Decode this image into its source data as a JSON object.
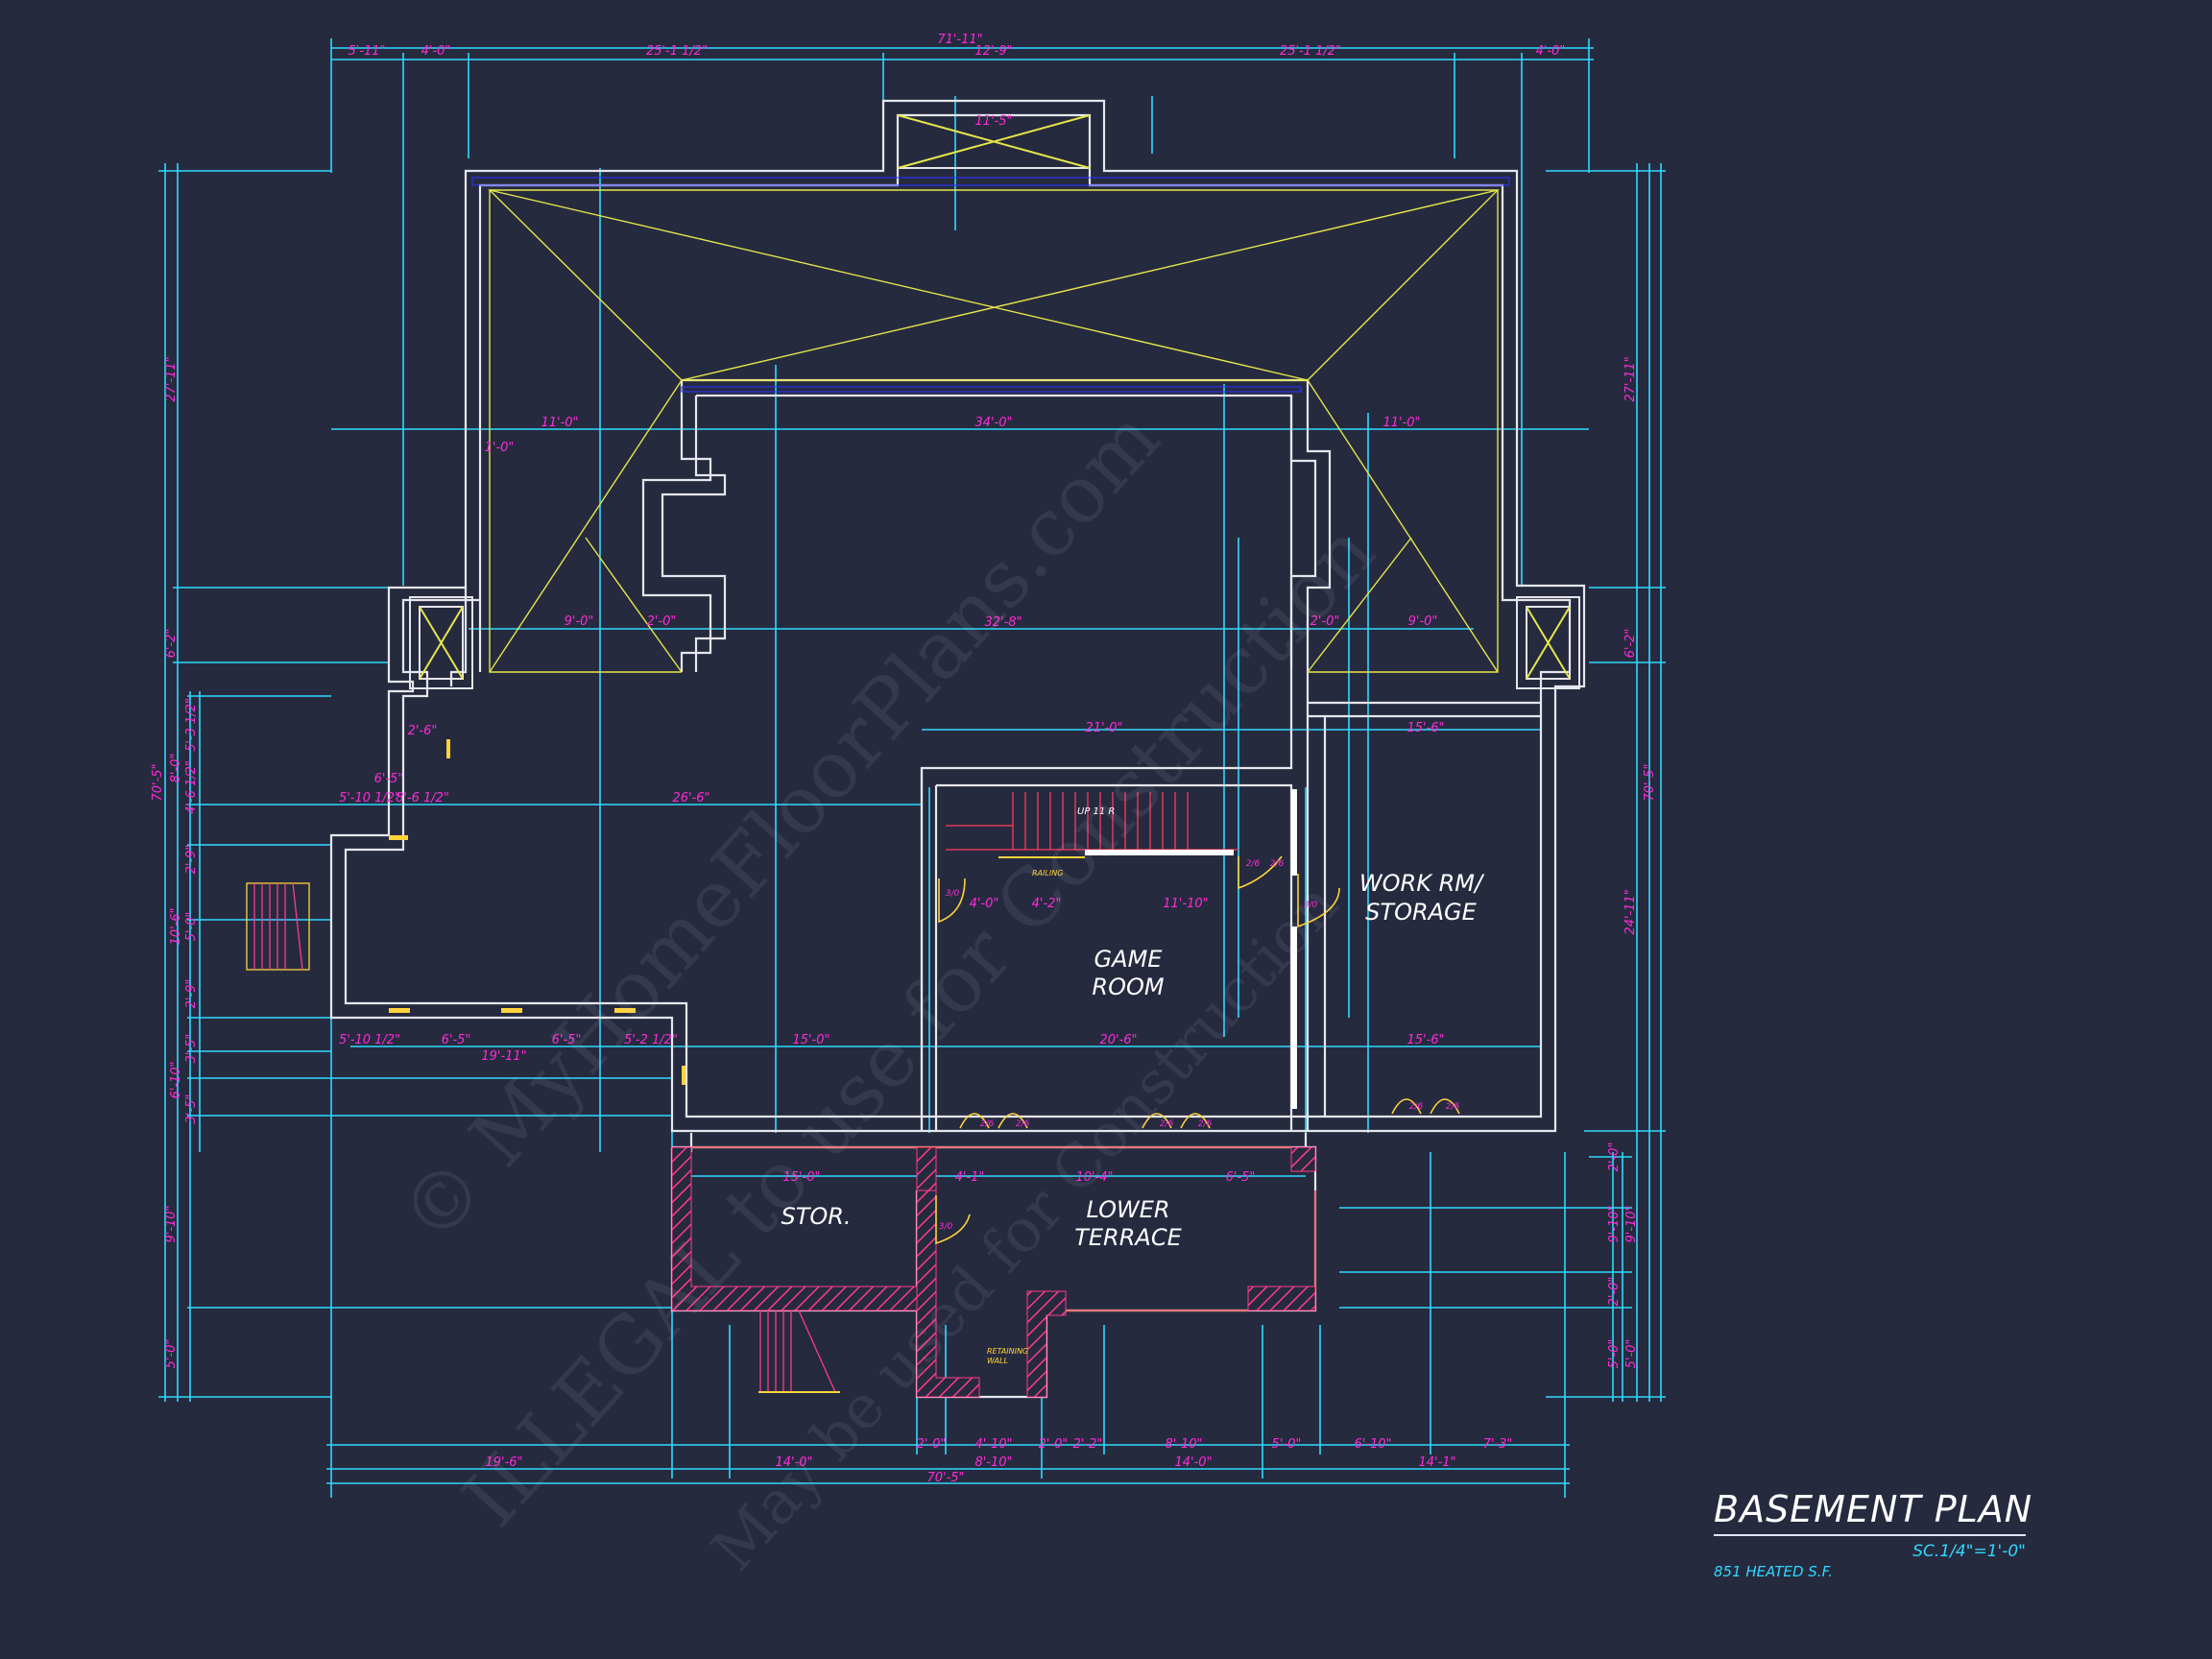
{
  "colors": {
    "background": "#262a3f",
    "wall": "#e6e6ee",
    "dimension": "#2fd9ff",
    "label": "#ff2bd6",
    "roof": "#e6e64a",
    "hatch": "#ff3a8a",
    "blue": "#2a34ff"
  },
  "title": "BASEMENT PLAN",
  "scale": "SC.1/4\"=1'-0\"",
  "heated_area": "851 HEATED S.F.",
  "watermark": {
    "line1": "© MyHomeFloorPlans.com",
    "line2": "ILLEGAL to use for Construction",
    "line3": "May be used for Construction"
  },
  "rooms": {
    "game_room_1": "GAME",
    "game_room_2": "ROOM",
    "work_rm_1": "WORK RM/",
    "work_rm_2": "STORAGE",
    "stor": "STOR.",
    "lower_terrace_1": "LOWER",
    "lower_terrace_2": "TERRACE"
  },
  "notes": {
    "up": "UP 11 R",
    "railing": "RAILING",
    "retaining_wall_1": "RETAINING",
    "retaining_wall_2": "WALL"
  },
  "dims_top": {
    "overall": "71'-11\"",
    "a": "5'-11\"",
    "b": "4'-0\"",
    "c": "25'-1 1/2\"",
    "d": "12'-9\"",
    "e": "25'-1 1/2\"",
    "f": "4'-0\""
  },
  "dims_bottom": {
    "a": "2'-0\"",
    "b": "4'-10\"",
    "c": "2'-0\"",
    "d": "2'-2\"",
    "e": "8'-10\"",
    "f": "5'-0\"",
    "g": "6'-10\"",
    "h": "7'-3\"",
    "i": "19'-6\"",
    "j": "14'-0\"",
    "k": "8'-10\"",
    "l": "14'-0\"",
    "m": "14'-1\"",
    "overall": "70'-5\""
  },
  "dims_interior": {
    "a": "11'-0\"",
    "b": "34'-0\"",
    "c": "11'-0\"",
    "d": "32'-8\"",
    "e": "21'-0\"",
    "f": "15'-6\"",
    "g": "26'-6\"",
    "h": "6'-5\"",
    "i": "5'-10 1/2\"",
    "j": "8'-6 1/2\"",
    "k": "2'-6\"",
    "l": "4'-0\"",
    "m": "4'-2\"",
    "n": "11'-10\"",
    "o": "20'-6\"",
    "p": "15'-0\"",
    "q": "15'-6\"",
    "r": "5'-10 1/2\"",
    "s": "6'-5\"",
    "t": "6'-5\"",
    "u": "5'-2 1/2\"",
    "v": "19'-11\"",
    "w": "15'-0\"",
    "x": "4'-1\"",
    "y": "10'-4\"",
    "z": "6'-5\"",
    "ab": "9'-0\"",
    "ac": "9'-0\"",
    "ad": "2'-0\"",
    "ae": "2'-0\"",
    "af": "1'-0\"",
    "ag": "11'-5\""
  },
  "dims_side": {
    "left_overall": "70'-5\"",
    "right_overall": "70'-5\"",
    "left_top": "27'-11\"",
    "right_top": "27'-11\"",
    "left_mid": "6'-2\"",
    "right_mid": "6'-2\"",
    "right_lower": "24'-11\"",
    "l1": "5'-3 1/2\"",
    "l2": "8'-0\"",
    "l3": "4'-6 1/2\"",
    "l4": "2'-9\"",
    "l5": "10'-6\"",
    "l6": "5'-0\"",
    "l7": "2'-9\"",
    "l8": "3'-5\"",
    "l9": "6'-10\"",
    "l10": "3'-5\"",
    "l11": "9'-10\"",
    "l12": "5'-0\"",
    "r1": "2'-0\"",
    "r2": "9'-10\"",
    "r3": "2'-0\"",
    "r4": "5'-0\"",
    "r5": "9'-10\"",
    "r6": "5'-0\""
  },
  "door_tags": {
    "d1": "3/0",
    "d2": "3/0",
    "d3": "3/0",
    "d4": "2/6",
    "d5": "2/6",
    "pair1a": "2/6",
    "pair1b": "2/6",
    "pair2a": "2/6",
    "pair2b": "2/6",
    "pair3a": "2/6",
    "pair3b": "2/6"
  }
}
